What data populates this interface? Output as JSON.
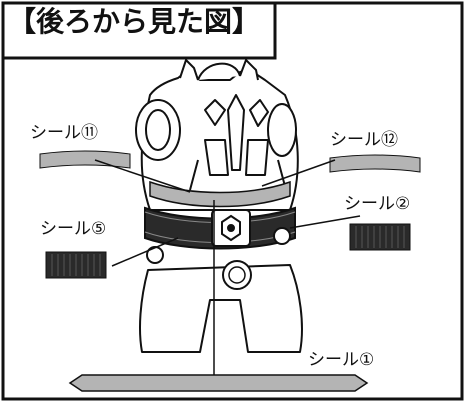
{
  "title": "【後ろから見た図】",
  "labels": {
    "seal_11": "シール⑪",
    "seal_12": "シール⑫",
    "seal_2": "シール②",
    "seal_5": "シール⑤",
    "seal_1": "シール①"
  },
  "colors": {
    "ink": "#111111",
    "seal_gray": "#b4b4b4",
    "seal_dark": "#2a2a2a",
    "background": "#ffffff"
  }
}
